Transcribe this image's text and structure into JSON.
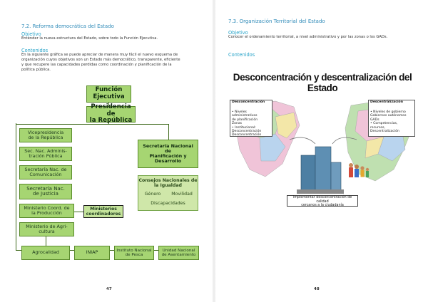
{
  "left_page": {
    "section_title": "7.2. Reforma democrática del Estado",
    "objective_heading": "Objetivo",
    "objective_text": "Entender la nueva estructura del Estado, sobre todo la Función Ejecutiva.",
    "contents_heading": "Contenidos",
    "contents_lines": [
      "En la siguiente gráfica se puede apreciar de manera muy fácil el nuevo esquema de",
      "organización cuyos objetivos son un Estado más democrático, transparente, eficiente",
      "y que recupere las capacidades perdidas como coordinación y planificación de la",
      "política pública."
    ],
    "page_number": "47",
    "org_chart": {
      "root": [
        "Función",
        "Ejecutiva"
      ],
      "presidency": [
        "Presidencia de",
        "la República"
      ],
      "left_column": [
        [
          "Vicepresidencia",
          "de la República"
        ],
        [
          "Sec. Nac. Adminis-",
          "tración Pública"
        ],
        [
          "Secretaría Nac. de",
          "Comunicación"
        ],
        [
          "Secretaría Nac.",
          "de Justicia"
        ],
        [
          "Ministerio Coord. de",
          "la Producción"
        ],
        [
          "Ministerio de Agri-",
          "cultura"
        ]
      ],
      "coordinators": [
        "Ministerios",
        "coordinadores"
      ],
      "planning": [
        "Secretaría Nacional de",
        "Planificación y",
        "Desarrollo"
      ],
      "councils_title": [
        "Consejos Nacionales de",
        "la Igualdad"
      ],
      "councils_items": [
        "Género",
        "Movilidad",
        "Discapacidades"
      ],
      "bottom_row": [
        [
          "Agrocalidad"
        ],
        [
          "INIAP"
        ],
        [
          "Instituto Nacional",
          "de Pesca"
        ],
        [
          "Unidad Nacional",
          "de Asentamiento"
        ]
      ]
    }
  },
  "right_page": {
    "section_title": "7.3. Organización Territorial del Estado",
    "objective_heading": "Objetivo",
    "objective_text": "Conocer el ordenamiento territorial, a nivel administrativo y por las zonas o los GADs.",
    "contents_heading": "Contenidos",
    "page_number": "48",
    "figure": {
      "title": "Desconcentración y descentralización del Estado",
      "left_bubble_heading": "Desconcentración",
      "left_bubble_lines": [
        "• Niveles administrativos",
        "  de planificación",
        "  Zonas",
        "• Institucional:",
        "  Desconcentración",
        "  Desconcentración"
      ],
      "right_bubble_heading": "Descentralización",
      "right_bubble_lines": [
        "• Niveles de gobierno",
        "  Gobiernos autónomos",
        "  GADs",
        "• Competencias,",
        "  recursos,",
        "  Descentralización"
      ],
      "ribbon_lines": [
        "Implementar desconcentración de calidad",
        "cercanos a la ciudadanía"
      ],
      "colors": {
        "building": "#4d7fa3",
        "map_pink": "#f0c4d8",
        "map_green": "#bfe0b0",
        "map_blue": "#b9d4ee",
        "map_yellow": "#f3e7a8"
      }
    }
  }
}
